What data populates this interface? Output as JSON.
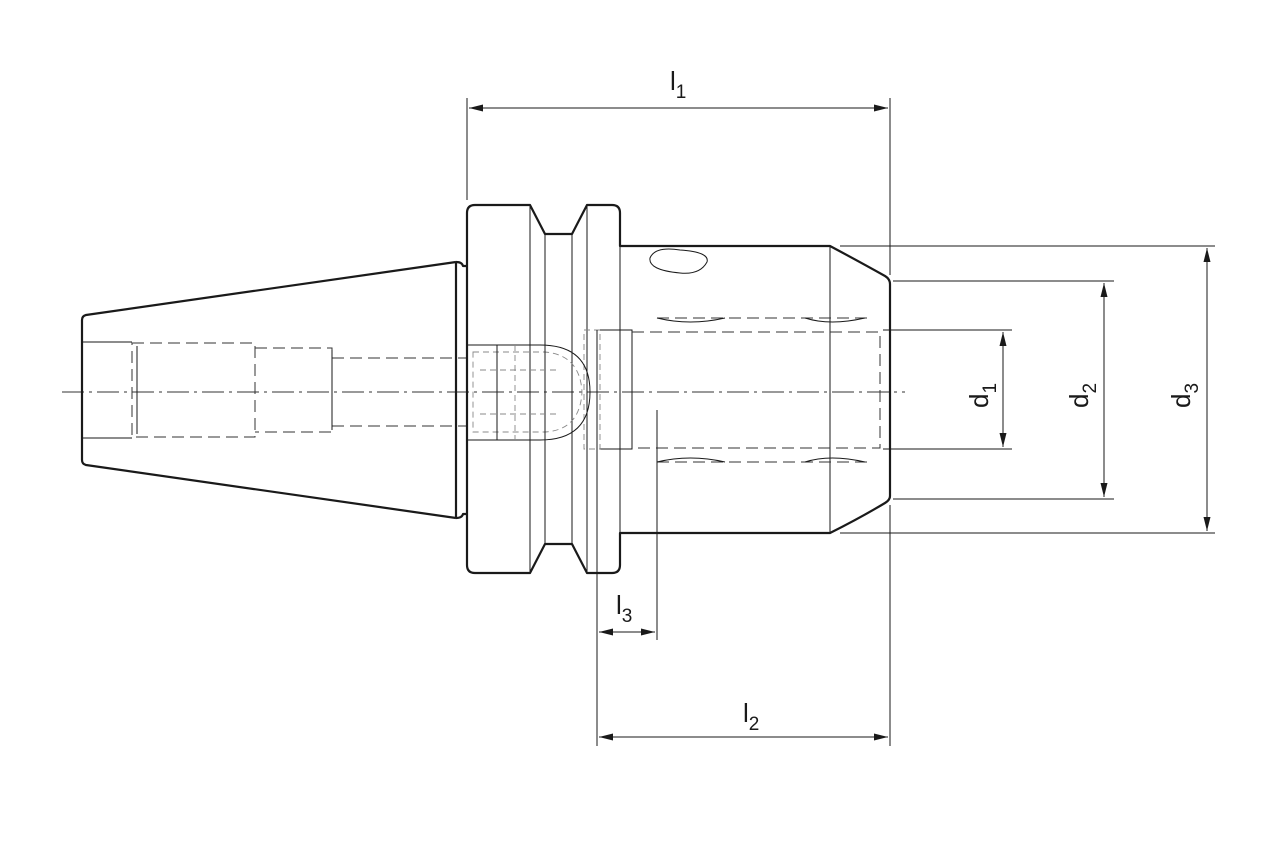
{
  "drawing": {
    "title": "Tool holder with collet chuck – dimension drawing",
    "labels": {
      "l1": {
        "base": "l",
        "sub": "1"
      },
      "l2": {
        "base": "l",
        "sub": "2"
      },
      "l3": {
        "base": "l",
        "sub": "3"
      },
      "d1": {
        "base": "d",
        "sub": "1"
      },
      "d2": {
        "base": "d",
        "sub": "2"
      },
      "d3": {
        "base": "d",
        "sub": "3"
      }
    },
    "colors": {
      "line": "#1a1a1a",
      "hidden": "#888888",
      "background": "#ffffff"
    }
  }
}
